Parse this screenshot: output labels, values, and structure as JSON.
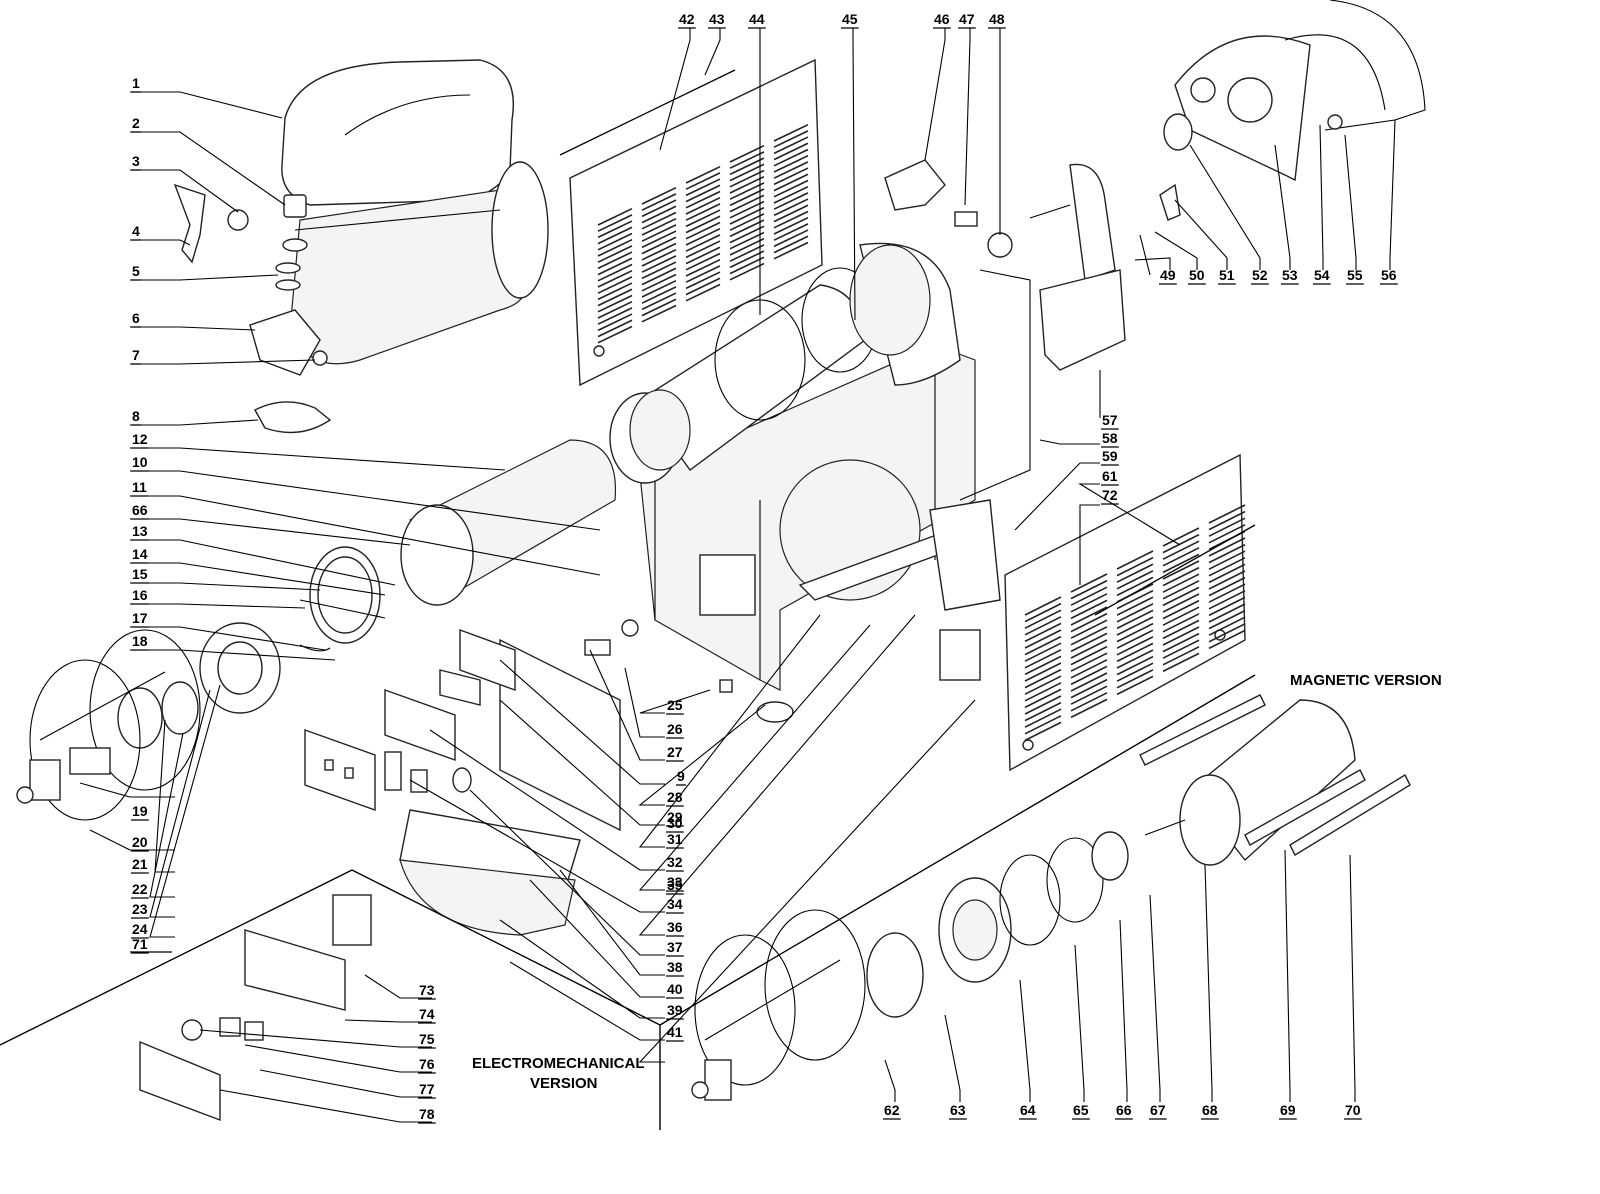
{
  "labels": {
    "l1": "1",
    "l2": "2",
    "l3": "3",
    "l4": "4",
    "l5": "5",
    "l6": "6",
    "l7": "7",
    "l8": "8",
    "l9": "9",
    "l10": "10",
    "l11": "11",
    "l12": "12",
    "l13": "13",
    "l14": "14",
    "l15": "15",
    "l16": "16",
    "l17": "17",
    "l18": "18",
    "l19": "19",
    "l20": "20",
    "l21": "21",
    "l22": "22",
    "l23": "23",
    "l24": "24",
    "l25": "25",
    "l26": "26",
    "l27": "27",
    "l28": "28",
    "l29": "29",
    "l30": "30",
    "l31": "31",
    "l32": "32",
    "l33": "33",
    "l34": "34",
    "l35": "35",
    "l36": "36",
    "l37": "37",
    "l38": "38",
    "l39": "39",
    "l40": "40",
    "l41": "41",
    "l42": "42",
    "l43": "43",
    "l44": "44",
    "l45": "45",
    "l46": "46",
    "l47": "47",
    "l48": "48",
    "l49": "49",
    "l50": "50",
    "l51": "51",
    "l52": "52",
    "l53": "53",
    "l54": "54",
    "l55": "55",
    "l56": "56",
    "l57": "57",
    "l58": "58",
    "l59": "59",
    "l61": "61",
    "l62": "62",
    "l63": "63",
    "l64": "64",
    "l65": "65",
    "l66a": "66",
    "l66b": "66",
    "l67": "67",
    "l68": "68",
    "l69": "69",
    "l70": "70",
    "l71": "71",
    "l72": "72",
    "l73": "73",
    "l74": "74",
    "l75": "75",
    "l76": "76",
    "l77": "77",
    "l78": "78"
  },
  "captions": {
    "magnetic": "MAGNETIC VERSION",
    "electro_line1": "ELECTROMECHANICAL",
    "electro_line2": "VERSION"
  }
}
